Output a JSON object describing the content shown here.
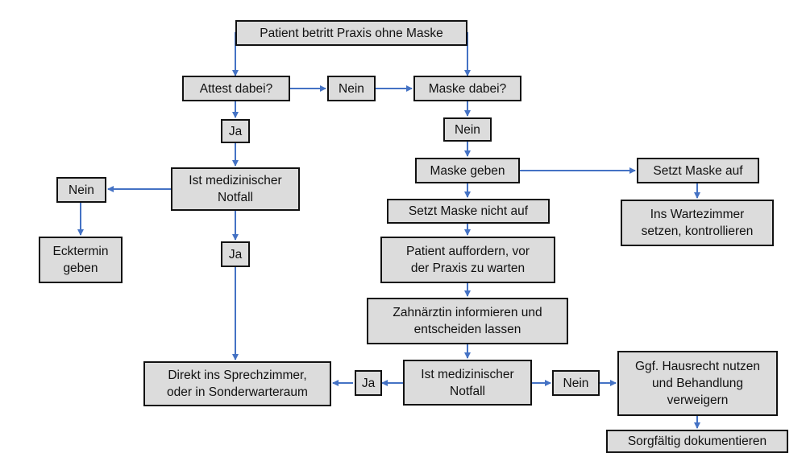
{
  "nodes": {
    "start": "Patient betritt Praxis ohne Maske",
    "attest": "Attest dabei?",
    "nein_attest": "Nein",
    "maske_dabei": "Maske dabei?",
    "ja_attest": "Ja",
    "nein_maske": "Nein",
    "notfall_1": "Ist medizinischer\nNotfall",
    "maske_geben": "Maske geben",
    "setzt_auf": "Setzt Maske auf",
    "nein_notfall_1": "Nein",
    "setzt_nicht_auf": "Setzt Maske nicht auf",
    "wartezimmer": "Ins Wartezimmer\nsetzen, kontrollieren",
    "ecktermin": "Ecktermin\ngeben",
    "ja_notfall_1": "Ja",
    "auffordern": "Patient auffordern, vor\nder Praxis zu warten",
    "zahnaerztin": "Zahnärztin informieren und\nentscheiden lassen",
    "direkt": "Direkt ins Sprechzimmer,\noder in Sonderwarteraum",
    "ja_notfall_2": "Ja",
    "notfall_2": "Ist medizinischer\nNotfall",
    "nein_notfall_2": "Nein",
    "hausrecht": "Ggf. Hausrecht nutzen\nund Behandlung\nverweigern",
    "dokumentieren": "Sorgfältig dokumentieren"
  },
  "colors": {
    "box_fill": "#dcdcdc",
    "box_border": "#111111",
    "connector": "#4472c4"
  }
}
